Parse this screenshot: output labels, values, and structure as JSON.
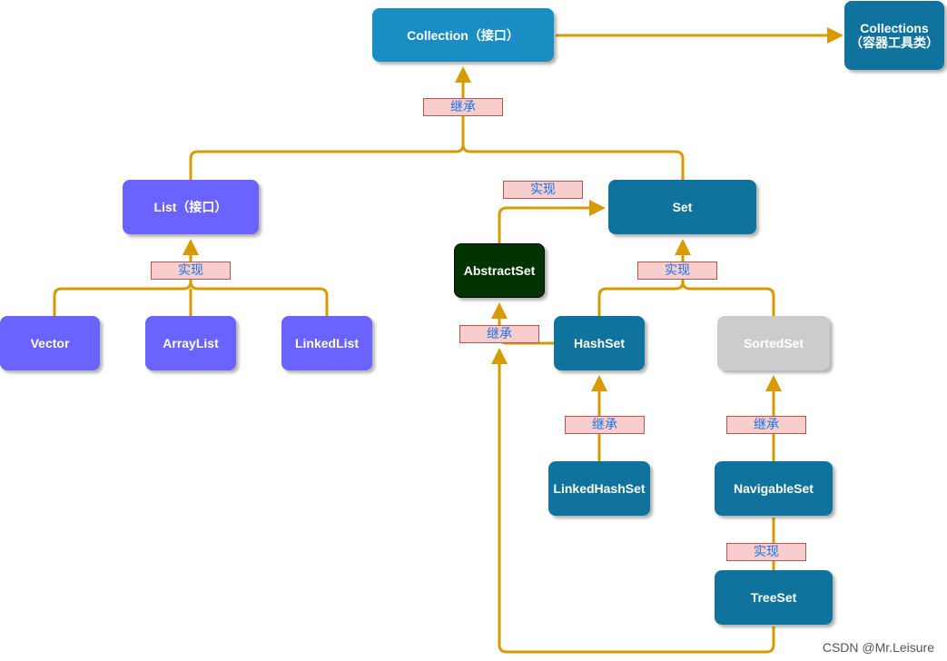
{
  "nodes": {
    "collection": "Collection（接口）",
    "collections_line1": "Collections",
    "collections_line2": "（容器工具类）",
    "list": "List（接口）",
    "set": "Set",
    "abstract_set": "AbstractSet",
    "vector": "Vector",
    "array_list": "ArrayList",
    "linked_list": "LinkedList",
    "hash_set": "HashSet",
    "sorted_set": "SortedSet",
    "linked_hash_set": "LinkedHashSet",
    "navigable_set": "NavigableSet",
    "tree_set": "TreeSet"
  },
  "labels": {
    "collection_inherit": "继承",
    "set_implement_abstract": "实现",
    "list_implement": "实现",
    "set_implement": "实现",
    "abstract_inherit": "继承",
    "hashset_inherit": "继承",
    "sortedset_inherit": "继承",
    "navigable_implement": "实现"
  },
  "watermark": "CSDN @Mr.Leisure",
  "colors": {
    "edge": "#d79b00",
    "collection_node": "#1a8ec2",
    "teal_node": "#10739e",
    "purple_node": "#6a63ff",
    "dark_node": "#003300",
    "gray_node": "#cccccc",
    "label_fill": "#f8cecc",
    "label_text": "#1a73e8"
  }
}
